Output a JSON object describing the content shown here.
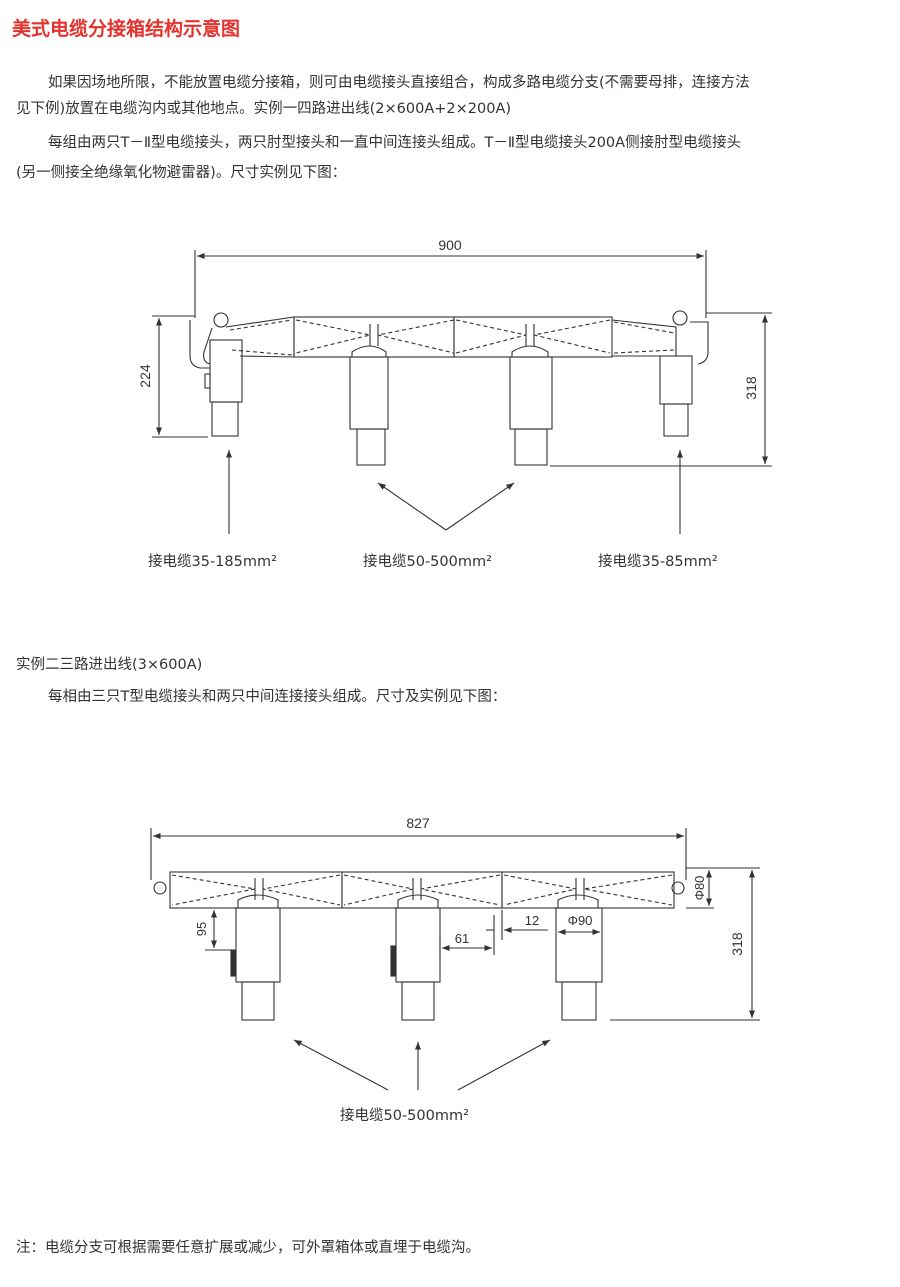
{
  "title": "美式电缆分接箱结构示意图",
  "intro": {
    "line1": "如果因场地所限，不能放置电缆分接箱，则可由电缆接头直接组合，构成多路电缆分支(不需要母排，连接方法",
    "line2": "见下例)放置在电缆沟内或其他地点。实例一四路进出线(2×600A+2×200A)",
    "line3": "每组由两只T－Ⅱ型电缆接头，两只肘型接头和一直中间连接头组成。T－Ⅱ型电缆接头200A侧接肘型电缆接头",
    "line4": "(另一侧接全绝缘氧化物避雷器)。尺寸实例见下图："
  },
  "diagram1": {
    "dim_width": "900",
    "dim_left_height": "224",
    "dim_right_height": "318",
    "label_left": "接电缆35-185mm²",
    "label_center": "接电缆50-500mm²",
    "label_right": "接电缆35-85mm²"
  },
  "example2": {
    "line1": "实例二三路进出线(3×600A)",
    "line2": "每相由三只T型电缆接头和两只中间连接接头组成。尺寸及实例见下图："
  },
  "diagram2": {
    "dim_width": "827",
    "dim_diameter_end": "Φ80",
    "dim_height_95": "95",
    "dim_61": "61",
    "dim_12": "12",
    "dim_diameter_body": "Φ90",
    "dim_height": "318",
    "label_bottom": "接电缆50-500mm²"
  },
  "note": "注：电缆分支可根据需要任意扩展或减少，可外罩箱体或直埋于电缆沟。",
  "colors": {
    "title": "#e5322d",
    "line": "#333333"
  }
}
